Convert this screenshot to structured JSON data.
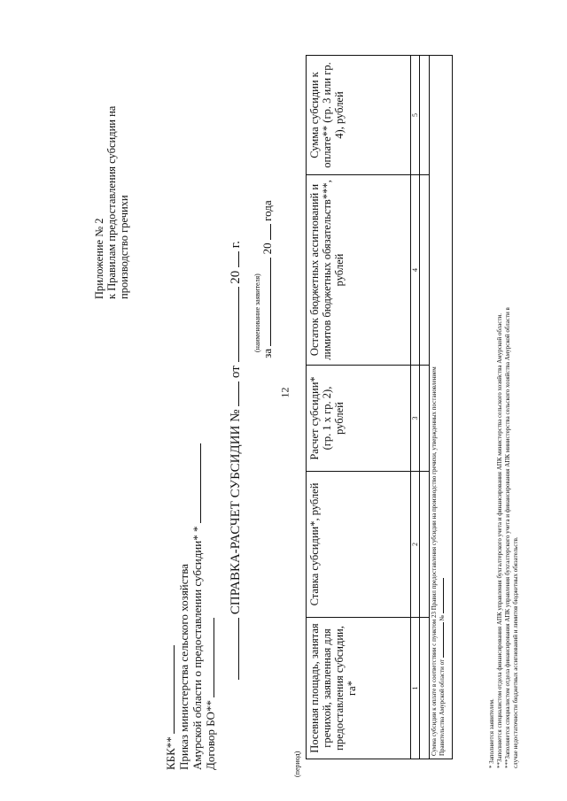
{
  "page_number": "12",
  "appendix": {
    "line1": "Приложение № 2",
    "line2": "к Правилам предоставления субсидии на",
    "line3": "производство гречихи"
  },
  "header_fields": {
    "kbk": "КБК**",
    "order_line1": "Приказ министерства сельского хозяйства",
    "order_line2": "Амурской области о предоставлении субсидии* *",
    "contract": "Договор БО**"
  },
  "title": {
    "text": "СПРАВКА-РАСЧЕТ СУБСИДИИ №",
    "from_label": "от",
    "year_prefix": "20",
    "year_suffix": "г.",
    "applicant_caption": "(наименование заявителя)"
  },
  "period": {
    "za": "за",
    "year_prefix": "20",
    "year_suffix": "года",
    "caption": "(период)"
  },
  "table": {
    "headers": [
      "Посевная площадь, занятая гречихой, заявленная для предоставления субсидии, га*",
      "Ставка субсидии*, рублей",
      "Расчет субсидии* (гр. 1 х гр. 2), рублей",
      "Остаток бюджетных ассигнований и лимитов бюджетных обязательств***, рублей",
      "Сумма субсидии к оплате** (гр. 3 или гр. 4), рублей"
    ],
    "column_numbers": [
      "1",
      "2",
      "3",
      "4",
      "5"
    ],
    "footer_line1": "Сумма субсидии к оплате в соответствии с пунктом 23 Правил предоставления субсидии на производство гречихи, утвержденных постановлением",
    "footer_line2": "Правительства Амурской области от",
    "footer_no": "№"
  },
  "footnotes": [
    "* Заполняется заявителем.",
    "**Заполняется специалистом отдела финансирования АПК управления бухгалтерского учета и финансирования АПК министерства сельского хозяйства Амурской области.",
    "***Заполняется специалистом отдела финансирования АПК управления бухгалтерского учета и финансирования АПК министерства сельского хозяйства Амурской области в",
    "случае недостаточности бюджетных ассигнований и лимитов бюджетных обязательств."
  ]
}
